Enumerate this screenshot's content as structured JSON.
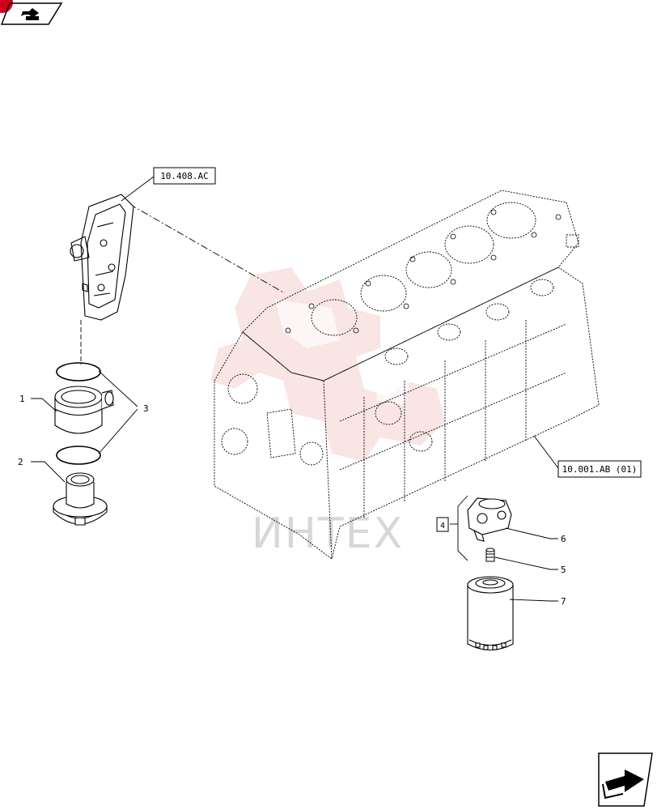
{
  "watermark": {
    "text": "ИНТЕХ",
    "color": "#e8a9a6"
  },
  "reference_boxes": {
    "oil_cooler_ref": "10.408.AC",
    "engine_block_ref": "10.001.AB (01)",
    "group_ref": "4"
  },
  "callouts": {
    "c1": "1",
    "c2": "2",
    "c3": "3",
    "c5": "5",
    "c6": "6",
    "c7": "7"
  },
  "nav": {
    "top_icon": "back-arrow-icon",
    "bottom_icon": "next-page-arrow-icon"
  },
  "colors": {
    "line": "#000000",
    "accent": "#d0021b"
  }
}
